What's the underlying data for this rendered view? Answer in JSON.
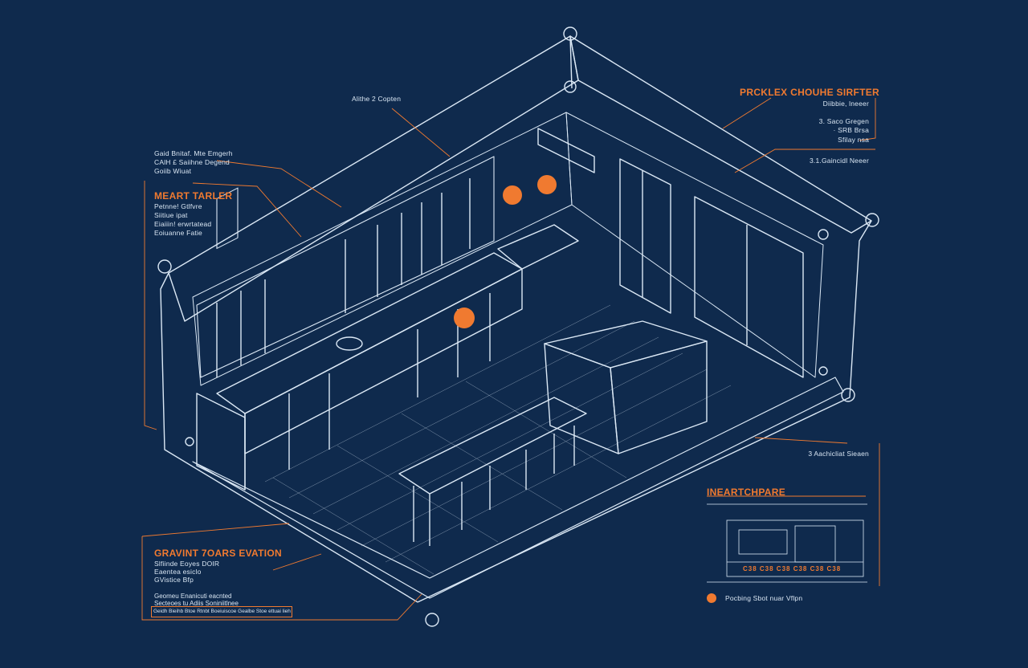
{
  "colors": {
    "background": "#0f2a4d",
    "line": "#dbe8f5",
    "accent": "#f07a30",
    "text": "#d9e6f3"
  },
  "labels": {
    "top_center": "Alithe 2 Copten",
    "top_left_lines": [
      "Gaid Bnitaf. Mte Emgerh",
      "CAlH £ Saiihne Degend",
      "Goiib Wiuat"
    ],
    "left_header": "MEART TARLER",
    "left_lines": [
      "Petnne! Gtlfvre",
      "Siitiue ipat",
      "Eiaiiin! erwrtatead",
      "Eoiuanne Fatie"
    ],
    "top_right_header": "PRCKLEX CHOUHE SIRFTER",
    "top_right_sub": "Diibbie, lneeer",
    "top_right_lines": [
      "3. Saco Gregen",
      "· SRB Brsa",
      "Sfilay nsa"
    ],
    "right_mid": "3.1.Gaincidl Neeer",
    "right_low": "3 Aachicliat Sieaen",
    "bottom_left_header": "GRAVINT 7OARS EVATION",
    "bottom_left_lines": [
      "Slfiinde Eoyes DOIR",
      "Eaentea esiclo",
      "GVistice Bfp"
    ],
    "bottom_left_notes": [
      "Geomeu Enanicuti eacnted",
      "Secteoes tu Adiis  Soniniitlnee"
    ],
    "bottom_left_box": "Geidh Bieihb Btoe Rtnbt Boeiuiscoe Gealbe Stoe ettuai lieh aniabes Boioeedti ibisctt",
    "bottom_right_header": "INEARTCHPARE",
    "bottom_right_numbers": "C38 C38 C38 C38 C38 C38",
    "bottom_right_legend": "Pocbing Sbot nuar Vflpn"
  }
}
